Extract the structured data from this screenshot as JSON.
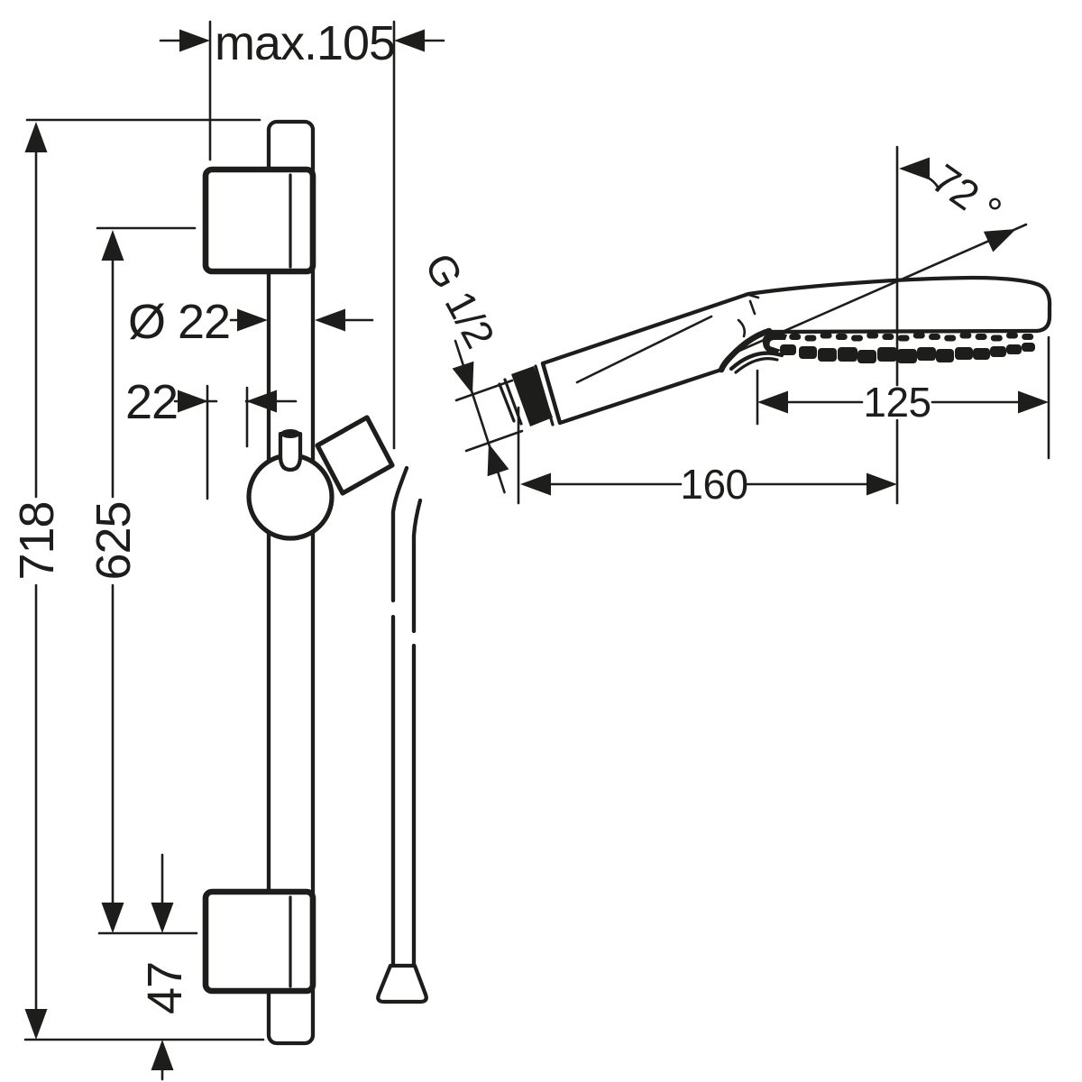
{
  "drawing": {
    "kind": "technical-dimension-drawing",
    "views": {
      "left": "wall-bar-with-slider-and-hose",
      "right": "hand-shower-side-view"
    }
  },
  "dimensions": {
    "max105": "max.105",
    "d718": "718",
    "d625": "625",
    "dia22": "Ø 22",
    "d22": "22",
    "d47": "47",
    "g12": "G 1/2",
    "angle72": "72 °",
    "d125": "125",
    "d160": "160"
  },
  "colors": {
    "line": "#1d1d1b",
    "background": "#ffffff"
  }
}
